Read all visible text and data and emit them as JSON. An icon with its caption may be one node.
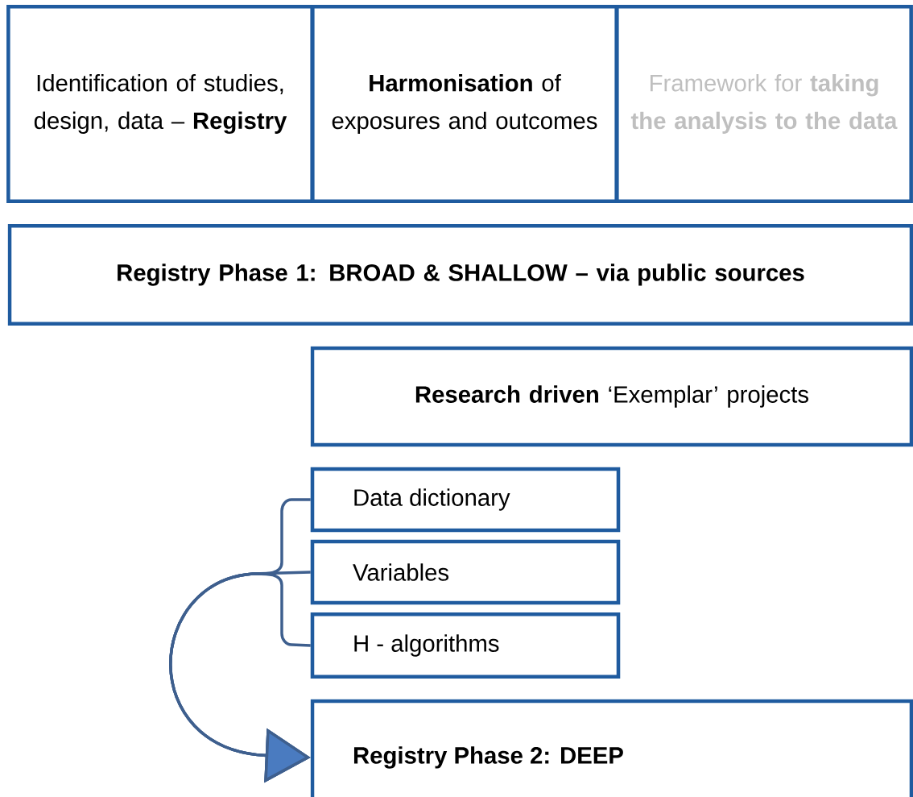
{
  "diagram": {
    "nodes": [
      {
        "text": [
          "Identification of studies, design, data – **Registry**"
        ]
      },
      {
        "text": [
          "**Harmonisation** of exposures and outcomes"
        ]
      },
      {
        "text": [
          "Framework for **taking the analysis to the data**"
        ]
      },
      {
        "text": [
          "Registry Phase 1: BROAD & SHALLOW – via public sources"
        ]
      },
      {
        "text": [
          "**Research driven** ‘Exemplar’ projects"
        ]
      },
      {
        "text": [
          "Data dictionary"
        ]
      },
      {
        "text": [
          "Variables"
        ]
      },
      {
        "text": [
          "H - algorithms"
        ]
      },
      {
        "text": [
          "Registry Phase 2: DEEP"
        ]
      }
    ],
    "edges": [
      {
        "from": 5,
        "to": 8,
        "arrow": "to"
      },
      {
        "from": 6,
        "to": 8,
        "arrow": "to"
      },
      {
        "from": 7,
        "to": 8,
        "arrow": "to"
      }
    ]
  }
}
